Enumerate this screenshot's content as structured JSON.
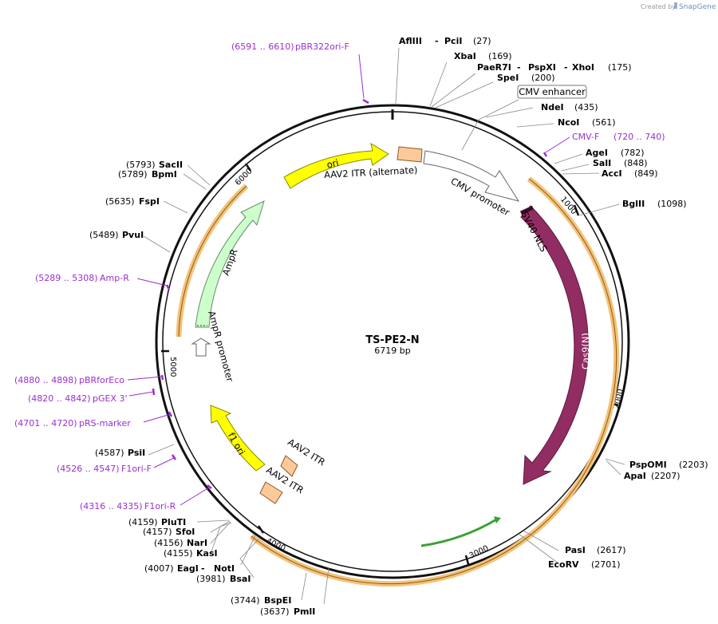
{
  "credit": {
    "prefix": "Created by",
    "brand": "SnapGene"
  },
  "plasmid": {
    "name": "TS-PE2-N",
    "size": "6719 bp"
  },
  "ticks": [
    "1000",
    "2000",
    "3000",
    "4000",
    "5000",
    "6000"
  ],
  "features": {
    "ori": "ori",
    "aav2_itr_alt": "AAV2 ITR (alternate)",
    "cmv_enhancer": "CMV enhancer",
    "cmv_promoter": "CMV promoter",
    "sv40_nls": "SV40 NLS",
    "cas9": "Cas9(N)",
    "ampr": "AmpR",
    "ampr_promoter": "AmpR promoter",
    "f1_ori": "f1 ori",
    "aav2_itr_1": "AAV2 ITR",
    "aav2_itr_2": "AAV2 ITR"
  },
  "enzymes": [
    {
      "name": "AflIII",
      "sep": " - ",
      "name2": "PciI",
      "pos": "(27)"
    },
    {
      "name": "XbaI",
      "pos": "(169)"
    },
    {
      "name": "PaeR7I",
      "sep": " - ",
      "name2": "PspXI",
      "name3": "XhoI",
      "pos": "(175)"
    },
    {
      "name": "SpeI",
      "pos": "(200)"
    },
    {
      "name": "NdeI",
      "pos": "(435)"
    },
    {
      "name": "NcoI",
      "pos": "(561)"
    },
    {
      "name": "AgeI",
      "pos": "(782)"
    },
    {
      "name": "SalI",
      "pos": "(848)"
    },
    {
      "name": "AccI",
      "pos": "(849)"
    },
    {
      "name": "BglII",
      "pos": "(1098)"
    },
    {
      "name": "PspOMI",
      "pos": "(2203)"
    },
    {
      "name": "ApaI",
      "pos": "(2207)"
    },
    {
      "name": "PasI",
      "pos": "(2617)"
    },
    {
      "name": "EcoRV",
      "pos": "(2701)"
    },
    {
      "name": "PmlI",
      "pos": "(3637)"
    },
    {
      "name": "BspEI",
      "pos": "(3744)"
    },
    {
      "name": "BsaI",
      "pos": "(3981)"
    },
    {
      "name": "EagI",
      "sep": " - ",
      "name2": "NotI",
      "pos": "(4007)"
    },
    {
      "name": "KasI",
      "pos": "(4155)"
    },
    {
      "name": "NarI",
      "pos": "(4156)"
    },
    {
      "name": "SfoI",
      "pos": "(4157)"
    },
    {
      "name": "PluTI",
      "pos": "(4159)"
    },
    {
      "name": "PsiI",
      "pos": "(4587)"
    },
    {
      "name": "PvuI",
      "pos": "(5489)"
    },
    {
      "name": "FspI",
      "pos": "(5635)"
    },
    {
      "name": "BpmI",
      "pos": "(5789)"
    },
    {
      "name": "SacII",
      "pos": "(5793)"
    }
  ],
  "primers": [
    {
      "range": "(6591 .. 6610)",
      "name": "pBR322ori-F"
    },
    {
      "range": "(720 .. 740)",
      "name": "CMV-F"
    },
    {
      "range": "(5289 .. 5308)",
      "name": "Amp-R"
    },
    {
      "range": "(4880 .. 4898)",
      "name": "pBRforEco"
    },
    {
      "range": "(4820 .. 4842)",
      "name": "pGEX 3'"
    },
    {
      "range": "(4701 .. 4720)",
      "name": "pRS-marker"
    },
    {
      "range": "(4526 .. 4547)",
      "name": "F1ori-F"
    },
    {
      "range": "(4316 .. 4335)",
      "name": "F1ori-R"
    }
  ],
  "colors": {
    "ori": "#ffff00",
    "itr": "#fcc99a",
    "cas9": "#922d64",
    "ampr": "#ccffcc",
    "orange_ring": "#f4c27a",
    "green_arrow": "#3aa135",
    "primer": "#9b2fcf"
  }
}
